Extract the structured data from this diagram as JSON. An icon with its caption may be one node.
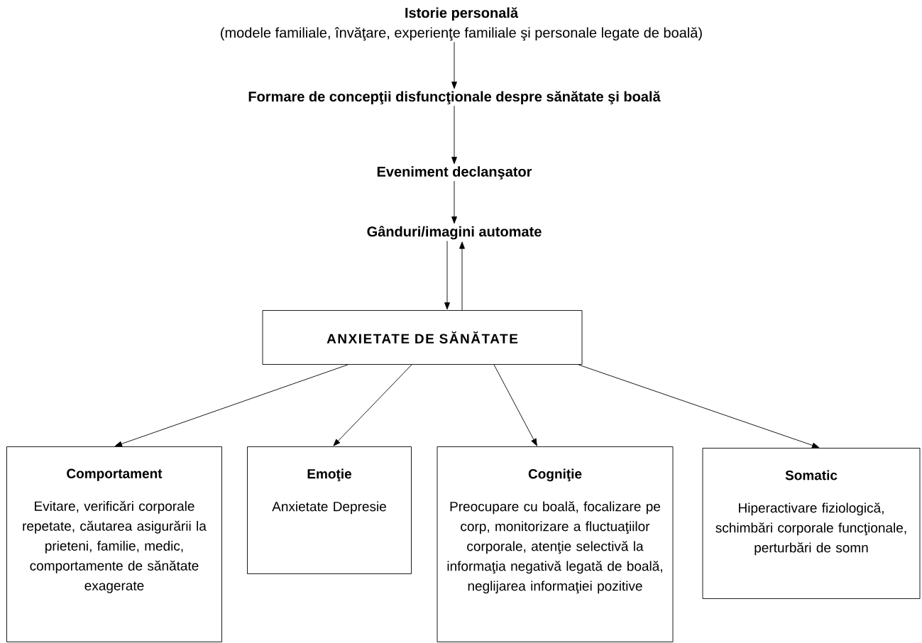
{
  "diagram": {
    "nodes": [
      {
        "text": [
          "Istorie personală",
          "(modele familiale, învăţare, experienţe familiale şi personale legate de boală)"
        ]
      },
      {
        "text": [
          "Formare de concepţii disfuncţionale despre sănătate şi boală"
        ]
      },
      {
        "text": [
          "Eveniment declanşator"
        ]
      },
      {
        "text": [
          "Gânduri/imagini automate"
        ]
      },
      {
        "text": [
          "ANXIETATE DE SĂNĂTATE"
        ]
      },
      {
        "text": [
          "Comportament",
          "Evitare, verificări corporale repetate, căutarea asigurării la prieteni, familie, medic, comportamente de sănătate exagerate"
        ]
      },
      {
        "text": [
          "Emoţie",
          "Anxietate Depresie"
        ]
      },
      {
        "text": [
          "Cogniţie",
          "Preocupare cu boală, focalizare pe corp, monitorizare a fluctuaţiilor corporale, atenţie selectivă la informaţia negativă legată de boală, neglijarea informaţiei pozitive"
        ]
      },
      {
        "text": [
          "Somatic",
          "Hiperactivare fiziologică, schimbări corporale funcţionale, perturbări de somn"
        ]
      }
    ],
    "edges": [
      {
        "from": 0,
        "to": 1,
        "arrow": "to"
      },
      {
        "from": 1,
        "to": 2,
        "arrow": "to"
      },
      {
        "from": 2,
        "to": 3,
        "arrow": "to"
      },
      {
        "from": 3,
        "to": 4,
        "arrow": "to"
      },
      {
        "from": 4,
        "to": 3,
        "arrow": "to"
      },
      {
        "from": 4,
        "to": 5,
        "arrow": "to"
      },
      {
        "from": 4,
        "to": 6,
        "arrow": "to"
      },
      {
        "from": 4,
        "to": 7,
        "arrow": "to"
      },
      {
        "from": 4,
        "to": 8,
        "arrow": "to"
      }
    ]
  }
}
